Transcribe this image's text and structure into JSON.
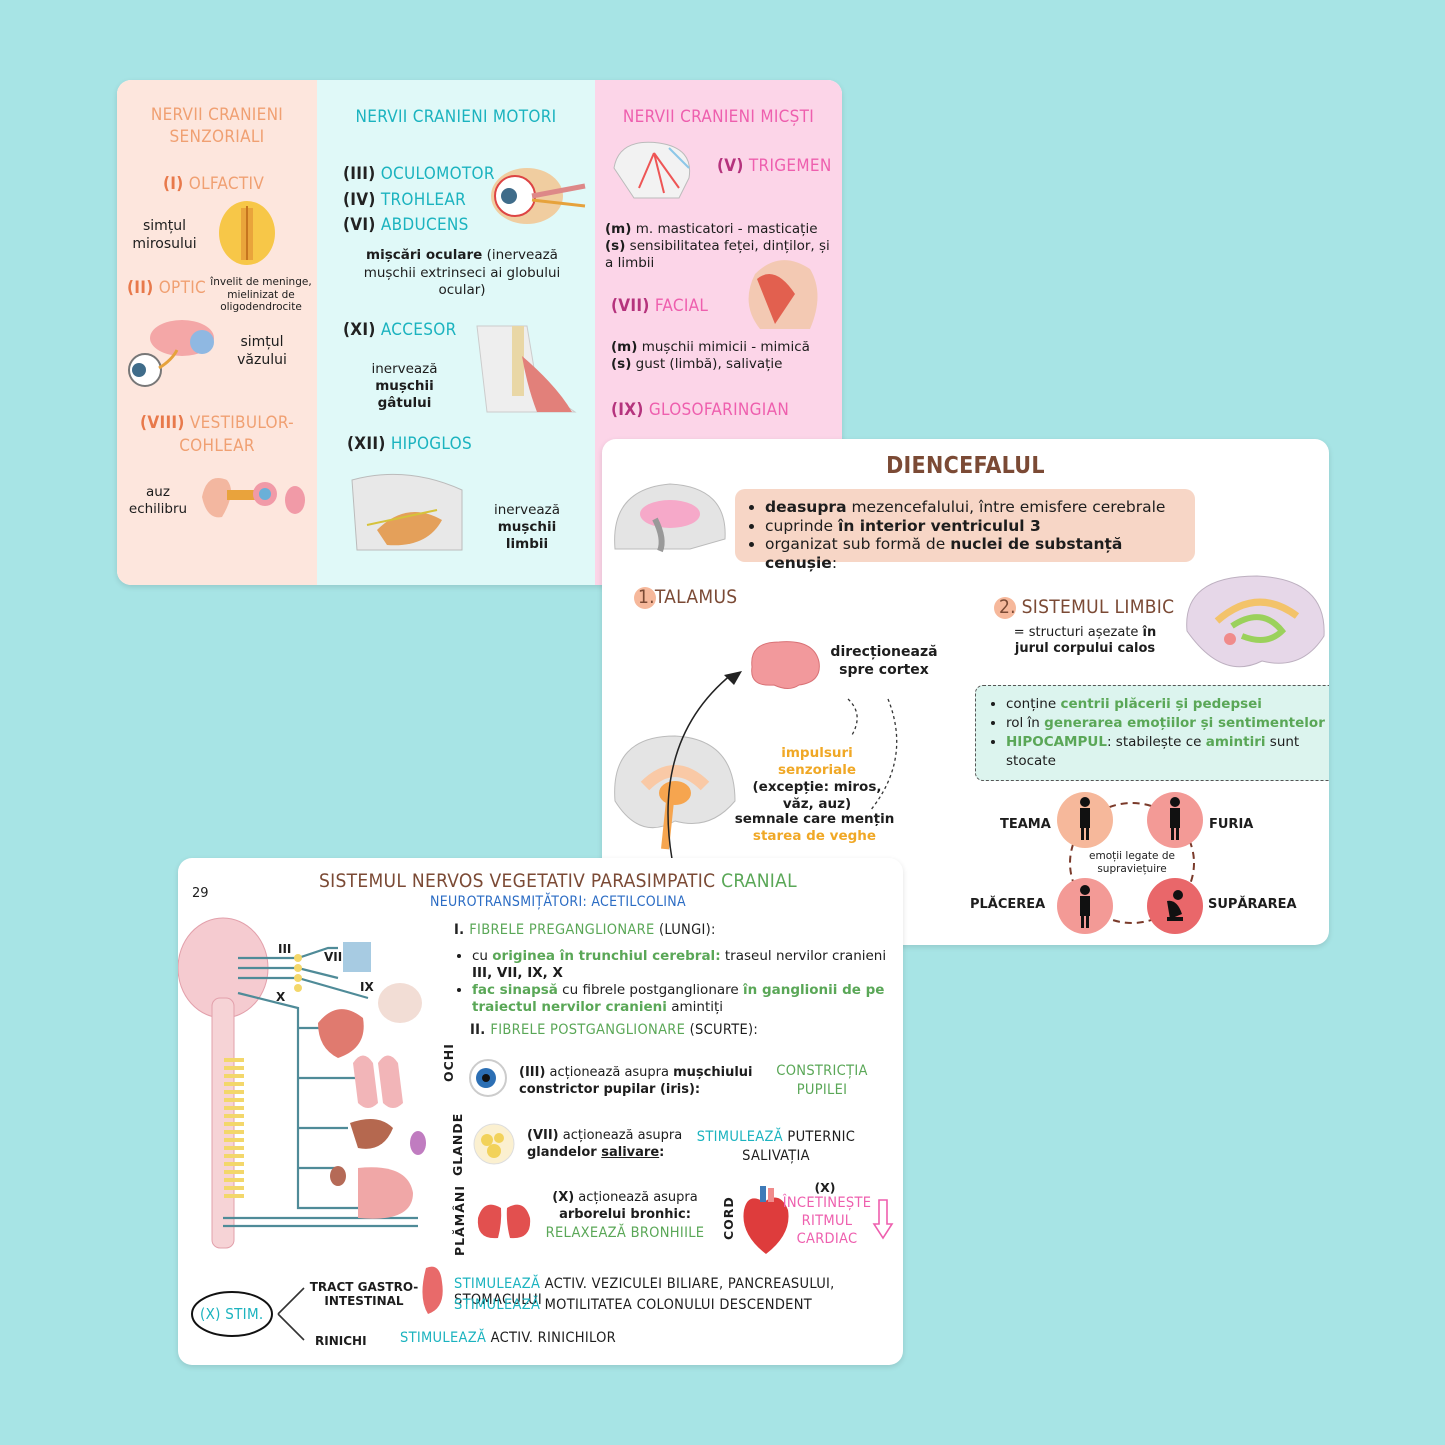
{
  "colors": {
    "background": "#a7e4e5",
    "senzorial": "#fde6dd",
    "motor": "#e0f9f8",
    "mixt": "#fcd5e8",
    "teal": "#1bb3bf",
    "pink": "#ee5fae",
    "orange": "#f0a072",
    "green": "#5aa757"
  },
  "card1": {
    "col1": {
      "title": "NERVII CRANIENI SENZORIALI",
      "olf_num": "(I)",
      "olf_name": "OLFACTIV",
      "olf_desc": "simțul mirosului",
      "opt_num": "(II)",
      "opt_name": "OPTIC",
      "opt_note": "învelit de meninge, mielinizat de oligodendrocite",
      "opt_desc": "simțul văzului",
      "vc_num": "(VIII)",
      "vc_name": "VESTIBULOR-COHLEAR",
      "vc_desc1": "auz",
      "vc_desc2": "echilibru"
    },
    "col2": {
      "title": "NERVII CRANIENI MOTORI",
      "n3_num": "(III)",
      "n3_name": "OCULOMOTOR",
      "n4_num": "(IV)",
      "n4_name": "TROHLEAR",
      "n6_num": "(VI)",
      "n6_name": "ABDUCENS",
      "ocular_bold": "mișcări oculare",
      "ocular_rest": " (inervează mușchii extrinseci ai globului ocular)",
      "n11_num": "(XI)",
      "n11_name": "ACCESOR",
      "n11_pre": "inervează",
      "n11_bold": "mușchii gâtului",
      "n12_num": "(XII)",
      "n12_name": "HIPOGLOS",
      "n12_pre": "inervează",
      "n12_bold": "mușchii limbii"
    },
    "col3": {
      "title": "NERVII CRANIENI MICȘTI",
      "n5_num": "(V)",
      "n5_name": "TRIGEMEN",
      "n5_m": "(m)",
      "n5_m_text": " m. masticatori - masticație",
      "n5_s": "(s)",
      "n5_s_text": " sensibilitatea feței, dinților, și a limbii",
      "n7_num": "(VII)",
      "n7_name": "FACIAL",
      "n7_m": "(m)",
      "n7_m_text": " mușchii mimicii - mimică",
      "n7_s": "(s)",
      "n7_s_text": " gust (limbă), salivație",
      "n9_num": "(IX)",
      "n9_name": "GLOSOFARINGIAN"
    }
  },
  "card2": {
    "title": "DIENCEFALUL",
    "bullets": [
      {
        "b": "deasupra",
        "t": " mezencefalului, între emisfere cerebrale"
      },
      {
        "pre": "cuprinde ",
        "b": "în interior ventriculul 3"
      },
      {
        "pre": "organizat sub formă de ",
        "b": "nuclei de substanță cenușie",
        "post": ":"
      }
    ],
    "thal_num": "1.",
    "thal_title": "TALAMUS",
    "dir1": "direcționează",
    "dir2": "spre cortex",
    "imp1": "impulsuri senzoriale",
    "imp2": "(excepție: miros,",
    "imp3": "văz, auz)",
    "sem1": "semnale care mențin",
    "sem2": "starea de veghe",
    "limb_num": "2.",
    "limb_title": "SISTEMUL LIMBIC",
    "limb_def_pre": "= structuri așezate ",
    "limb_def_b1": "în",
    "limb_def_b2": "jurul corpului calos",
    "box": [
      {
        "pre": "conține ",
        "g": "centrii plăcerii și pedepsei"
      },
      {
        "pre": "rol în ",
        "g": "generarea emoțiilor și sentimentelor"
      },
      {
        "g": "HIPOCAMPUL",
        "mid": ": stabilește ce ",
        "g2": "amintiri",
        "post": " sunt stocate"
      }
    ],
    "emo": {
      "teama": "TEAMA",
      "furia": "FURIA",
      "placerea": "PLĂCEREA",
      "suparare": "SUPĂRAREA",
      "center": "emoții legate de supraviețuire"
    }
  },
  "card3": {
    "page": "29",
    "title_dark": "SISTEMUL NERVOS VEGETATIV PARASIMPATIC ",
    "title_green": "CRANIAL",
    "subtitle": "NEUROTRANSMIȚĂTORI: ACETILCOLINA",
    "s1_num": "I. ",
    "s1_green": "FIBRELE PREGANGLIONARE",
    "s1_dark": " (LUNGI):",
    "b1_pre": "cu ",
    "b1_g": "originea în trunchiul cerebral:",
    "b1_rest": " traseul nervilor cranieni ",
    "b1_b": "III, VII, IX, X",
    "b2_g": "fac sinapsă",
    "b2_mid": " cu fibrele postganglionare ",
    "b2_g2": "în ganglionii de pe traiectul nervilor cranieni",
    "b2_post": " amintiți",
    "s2_num": "II. ",
    "s2_green": "FIBRELE POSTGANGLIONARE",
    "s2_dark": " (SCURTE):",
    "labels": {
      "iii": "III",
      "vii": "VII",
      "ix": "IX",
      "x": "X"
    },
    "ochi": "OCHI",
    "glande": "GLANDE",
    "plamani": "PLĂMÂNI",
    "cord": "CORD",
    "ochi_t1": "(III)",
    "ochi_t2": " acționează asupra ",
    "ochi_b": "mușchiului constrictor pupilar (iris):",
    "ochi_r1": "CONSTRICȚIA",
    "ochi_r2": "PUPILEI",
    "gl_t1": "(VII)",
    "gl_t2": " acționează asupra",
    "gl_b1": "glandelor ",
    "gl_bu": "salivare",
    ":": ":",
    "gl_r1": "STIMULEAZĂ",
    "gl_r2": " PUTERNIC",
    "gl_r3": "SALIVAȚIA",
    "pl_t1": "(X)",
    "pl_t2": " acționează asupra",
    "pl_b": "arborelui bronhic:",
    "pl_r": "RELAXEAZĂ BRONHIILE",
    "cord_x": "(X)",
    "cord_r1": "ÎNCETINEȘTE",
    "cord_r2": "RITMUL",
    "cord_r3": "CARDIAC",
    "xstim": "(X) STIM.",
    "tract1": "TRACT GASTRO-",
    "tract2": "INTESTINAL",
    "rinichi": "RINICHI",
    "st1_t": "STIMULEAZĂ",
    "st1_r": " ACTIV. VEZICULEI BILIARE, PANCREASULUI, STOMACULUI",
    "st2_t": "STIMULEAZĂ",
    "st2_r": " MOTILITATEA COLONULUI DESCENDENT",
    "st3_t": "STIMULEAZĂ",
    "st3_r": " ACTIV. RINICHILOR"
  }
}
